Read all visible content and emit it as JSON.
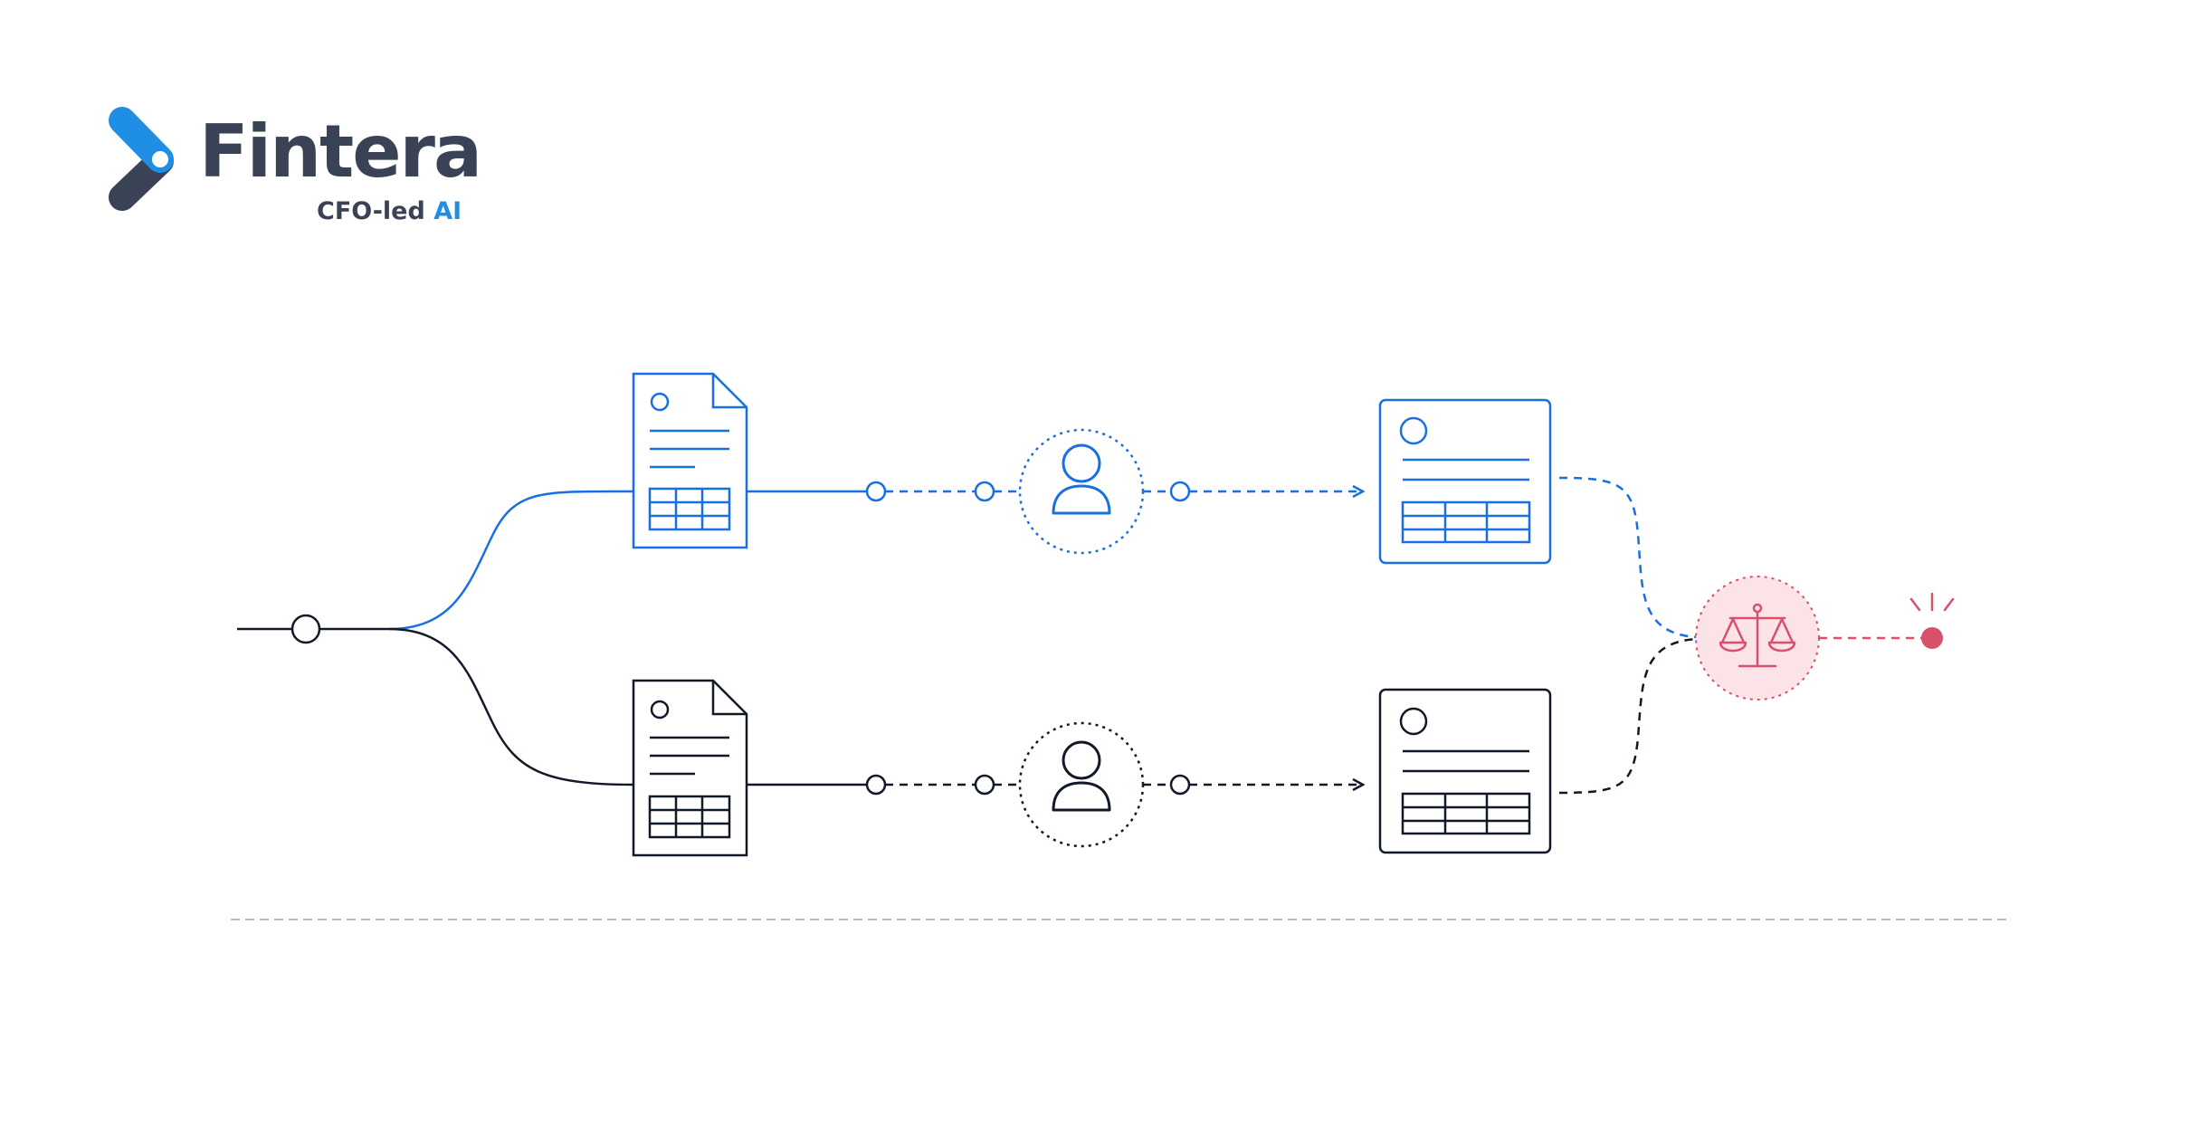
{
  "brand": {
    "name": "Fintera",
    "tagline_prefix": "CFO-led ",
    "tagline_accent": "AI",
    "mark_colors": {
      "top": "#1f8fe6",
      "bottom": "#3a4256"
    }
  },
  "diagram": {
    "colors": {
      "primary": "#1a6fe0",
      "dark": "#111827",
      "alert": "#d9506a",
      "alert_fill": "#fbe3e7",
      "divider": "#b8bcc4"
    },
    "branches": [
      {
        "id": "top",
        "color_key": "primary",
        "icons": [
          "document-icon",
          "person-icon",
          "record-card-icon"
        ]
      },
      {
        "id": "bottom",
        "color_key": "dark",
        "icons": [
          "document-icon",
          "person-icon",
          "record-card-icon"
        ]
      }
    ],
    "merge_icon": "scales-icon",
    "alert_icon": "alert-dot-icon"
  }
}
